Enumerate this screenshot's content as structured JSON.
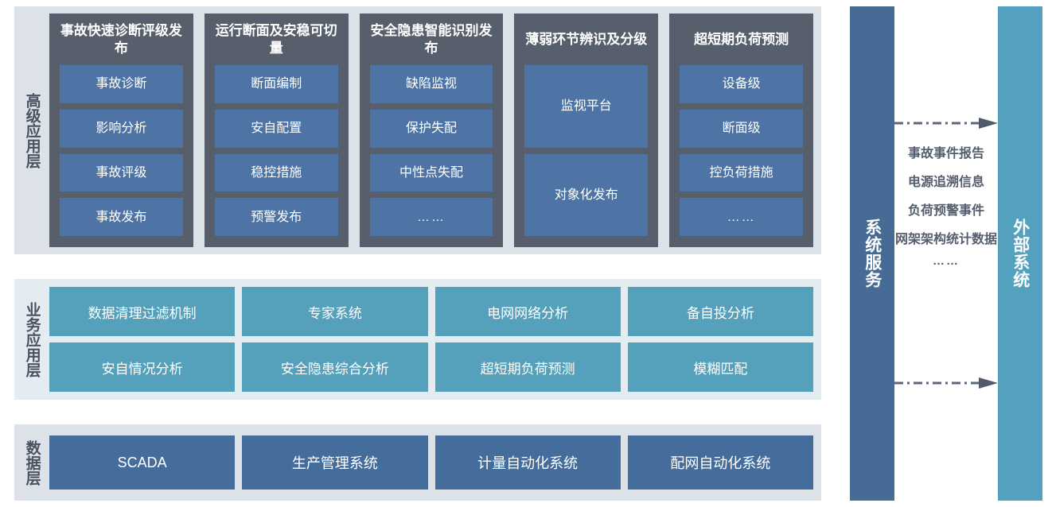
{
  "layers": {
    "advanced": {
      "title": "高级应用层",
      "columns": [
        {
          "title": "事故快速诊断评级发布",
          "items": [
            {
              "label": "事故诊断",
              "tall": false
            },
            {
              "label": "影响分析",
              "tall": false
            },
            {
              "label": "事故评级",
              "tall": false
            },
            {
              "label": "事故发布",
              "tall": false
            }
          ]
        },
        {
          "title": "运行断面及安稳可切量",
          "items": [
            {
              "label": "断面编制",
              "tall": false
            },
            {
              "label": "安自配置",
              "tall": false
            },
            {
              "label": "稳控措施",
              "tall": false
            },
            {
              "label": "预警发布",
              "tall": false
            }
          ]
        },
        {
          "title": "安全隐患智能识别发布",
          "items": [
            {
              "label": "缺陷监视",
              "tall": false
            },
            {
              "label": "保护失配",
              "tall": false
            },
            {
              "label": "中性点失配",
              "tall": false
            },
            {
              "label": "……",
              "tall": false
            }
          ]
        },
        {
          "title": "薄弱环节辨识及分级",
          "items": [
            {
              "label": "监视平台",
              "tall": true
            },
            {
              "label": "对象化发布",
              "tall": true
            }
          ]
        },
        {
          "title": "超短期负荷预测",
          "items": [
            {
              "label": "设备级",
              "tall": false
            },
            {
              "label": "断面级",
              "tall": false
            },
            {
              "label": "控负荷措施",
              "tall": false
            },
            {
              "label": "……",
              "tall": false
            }
          ]
        }
      ]
    },
    "business": {
      "title": "业务应用层",
      "rows": [
        [
          "数据清理过滤机制",
          "专家系统",
          "电网网络分析",
          "备自投分析"
        ],
        [
          "安自情况分析",
          "安全隐患综合分析",
          "超短期负荷预测",
          "模糊匹配"
        ]
      ]
    },
    "data": {
      "title": "数据层",
      "items": [
        "SCADA",
        "生产管理系统",
        "计量自动化系统",
        "配网自动化系统"
      ]
    }
  },
  "service_bar": {
    "label": "系统服务"
  },
  "external_bar": {
    "label": "外部系统"
  },
  "flows": {
    "arrow_top_name": "dash-dot-arrow-right",
    "arrow_bottom_name": "dash-dot-arrow-right",
    "labels": [
      "事故事件报告",
      "电源追溯信息",
      "负荷预警事件",
      "网架架构统计数据",
      "……"
    ]
  },
  "colors": {
    "advanced_panel_bg": "#dde1e8",
    "advanced_column_bg": "#575f6c",
    "advanced_item_bg": "#4d74a4",
    "business_panel_bg": "#e3ecf1",
    "business_item_bg": "#55a0bb",
    "data_panel_bg": "#dde1e8",
    "data_item_bg": "#456d9c",
    "service_bar_bg": "#466c96",
    "external_bar_bg": "#53a0bf",
    "arrow_color": "#5c6676",
    "layer_title_color": "#4a5160",
    "flow_label_color": "#555e6d"
  }
}
